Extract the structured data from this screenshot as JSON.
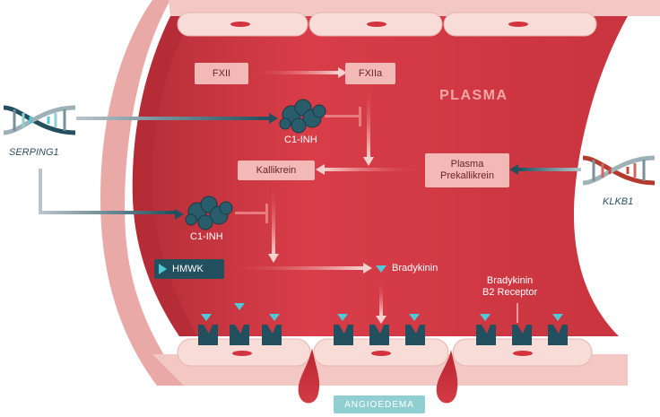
{
  "region_label": "PLASMA",
  "nodes": {
    "fxii": "FXII",
    "fxiia": "FXIIa",
    "kallikrein": "Kallikrein",
    "plasma_prekallikrein": "Plasma\nPrekallikrein",
    "hmwk": "HMWK",
    "bradykinin": "Bradykinin",
    "c1inh_top": "C1-INH",
    "c1inh_bottom": "C1-INH",
    "receptor": "Bradykinin\nB2 Receptor",
    "angioedema": "ANGIOEDEMA"
  },
  "genes": {
    "left": "SERPING1",
    "right": "KLKB1"
  },
  "colors": {
    "vessel_red": "#d63a45",
    "vessel_dark": "#a8262f",
    "wall_pink": "#f4c9c4",
    "box_pink": "#f2b9b6",
    "teal_dark": "#22505e",
    "teal_light": "#4fc8d8",
    "angioedema_box": "#8fcfd2"
  },
  "icons": [
    "dna-icon",
    "protein-icon",
    "receptor-icon",
    "bradykinin-icon",
    "drop-icon"
  ]
}
